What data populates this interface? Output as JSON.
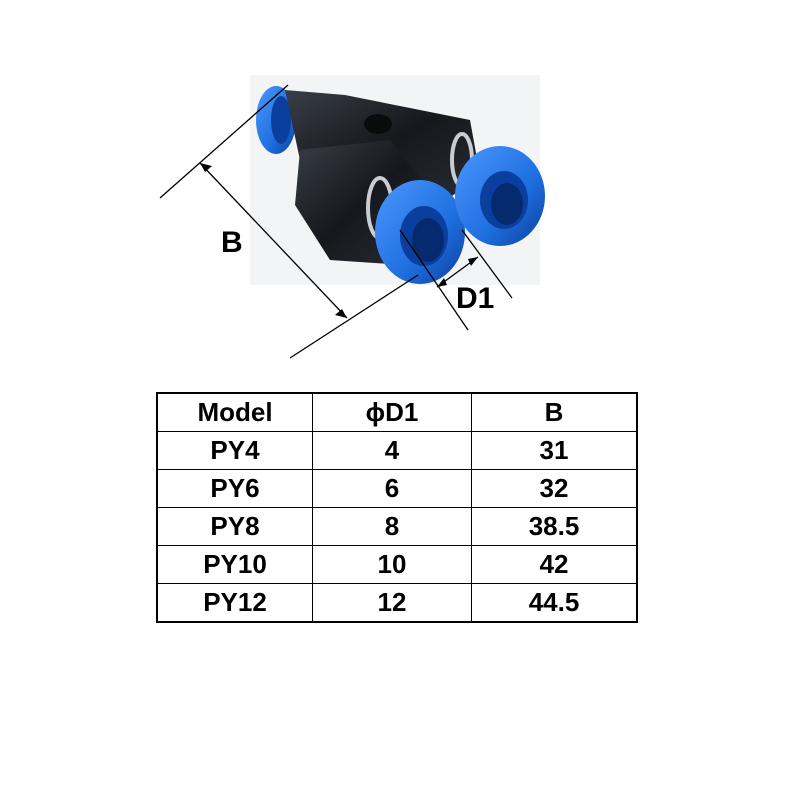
{
  "diagram": {
    "dimension_labels": {
      "b": "B",
      "d1": "D1"
    },
    "part_colors": {
      "body": "#1c1f24",
      "collet": "#1f6fe0",
      "collet_dark": "#0b3f9e",
      "ring": "#c9ccd1"
    }
  },
  "table": {
    "headers": [
      "Model",
      "ϕD1",
      "B"
    ],
    "rows": [
      [
        "PY4",
        "4",
        "31"
      ],
      [
        "PY6",
        "6",
        "32"
      ],
      [
        "PY8",
        "8",
        "38.5"
      ],
      [
        "PY10",
        "10",
        "42"
      ],
      [
        "PY12",
        "12",
        "44.5"
      ]
    ]
  }
}
